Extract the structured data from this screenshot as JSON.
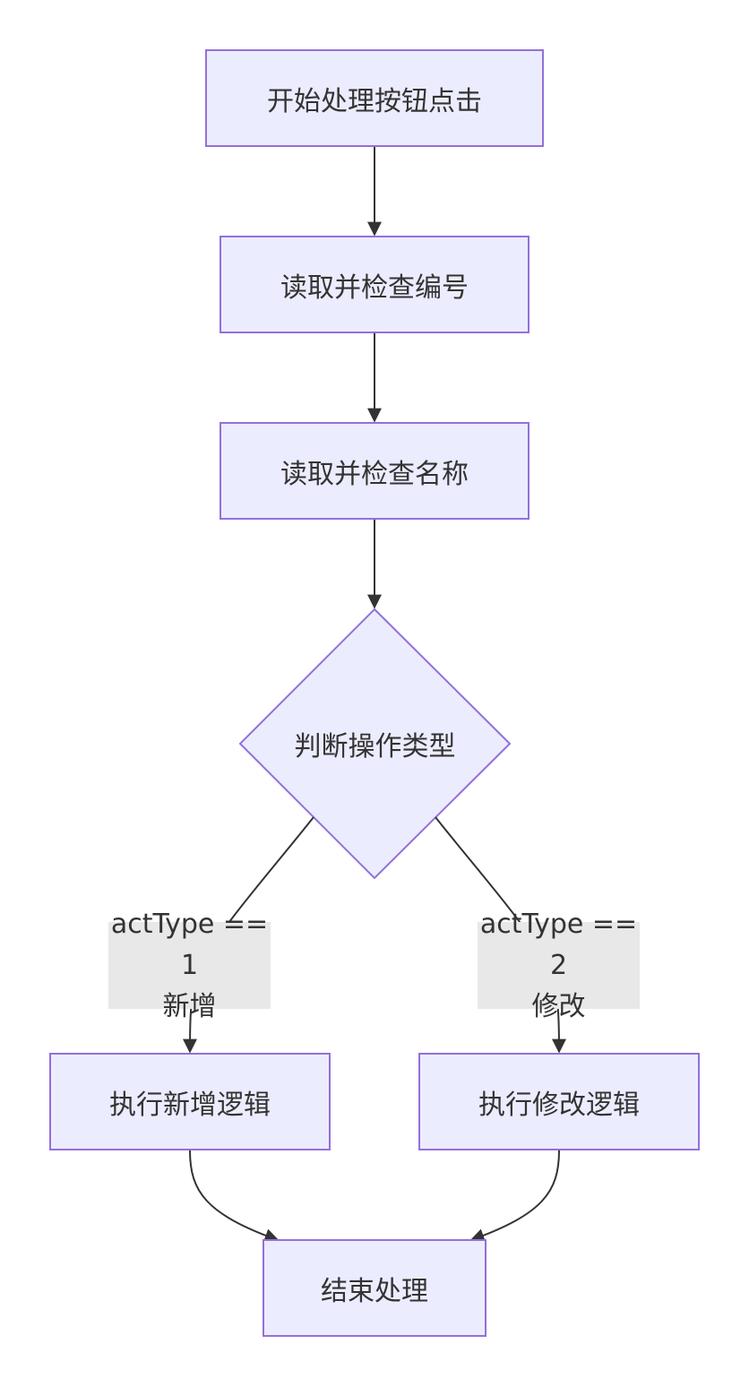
{
  "nodes": {
    "start": "开始处理按钮点击",
    "check_code": "读取并检查编号",
    "check_name": "读取并检查名称",
    "decision": "判断操作类型",
    "add_logic": "执行新增逻辑",
    "edit_logic": "执行修改逻辑",
    "end": "结束处理"
  },
  "edge_labels": {
    "add": {
      "condition": "actType == 1",
      "action": "新增"
    },
    "edit": {
      "condition": "actType == 2",
      "action": "修改"
    }
  },
  "colors": {
    "node_fill": "#ececff",
    "node_stroke": "#9370db",
    "edge_stroke": "#333333",
    "edge_label_bg": "#e8e8e8",
    "text": "#333333"
  }
}
